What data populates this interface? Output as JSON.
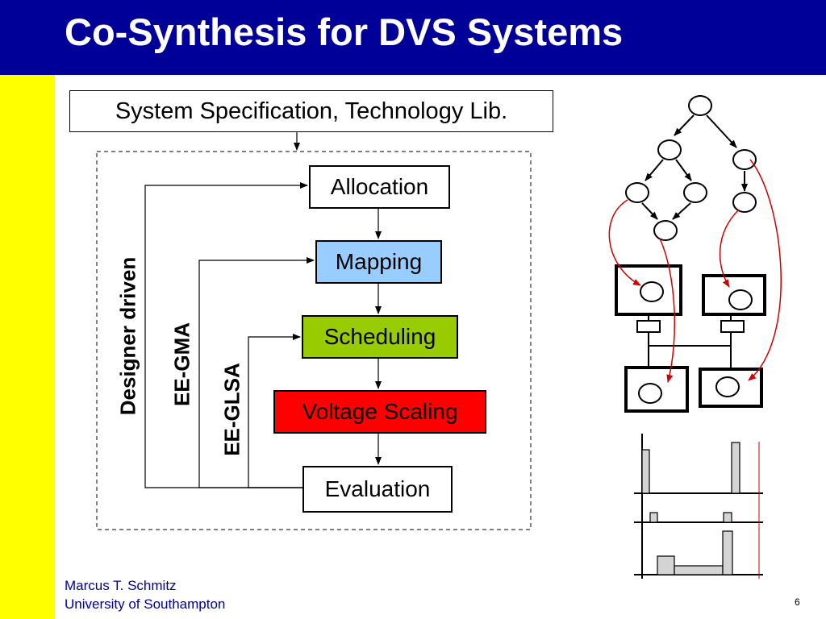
{
  "title": "Co-Synthesis for DVS Systems",
  "spec_box": "System Specification, Technology Lib.",
  "flow": {
    "allocation": "Allocation",
    "mapping": "Mapping",
    "scheduling": "Scheduling",
    "voltage_scaling": "Voltage Scaling",
    "evaluation": "Evaluation"
  },
  "loops": {
    "designer_driven": "Designer driven",
    "ee_gma": "EE-GMA",
    "ee_glsa": "EE-GLSA"
  },
  "footer": {
    "author": "Marcus T. Schmitz",
    "affiliation": "University of Southampton",
    "page_number": "6"
  },
  "colors": {
    "header": "#000099",
    "sidebar": "#ffff00",
    "mapping": "#99ccff",
    "scheduling": "#99cc00",
    "voltage_scaling": "#ff0000",
    "mapping_arrows": "#cc0000"
  }
}
